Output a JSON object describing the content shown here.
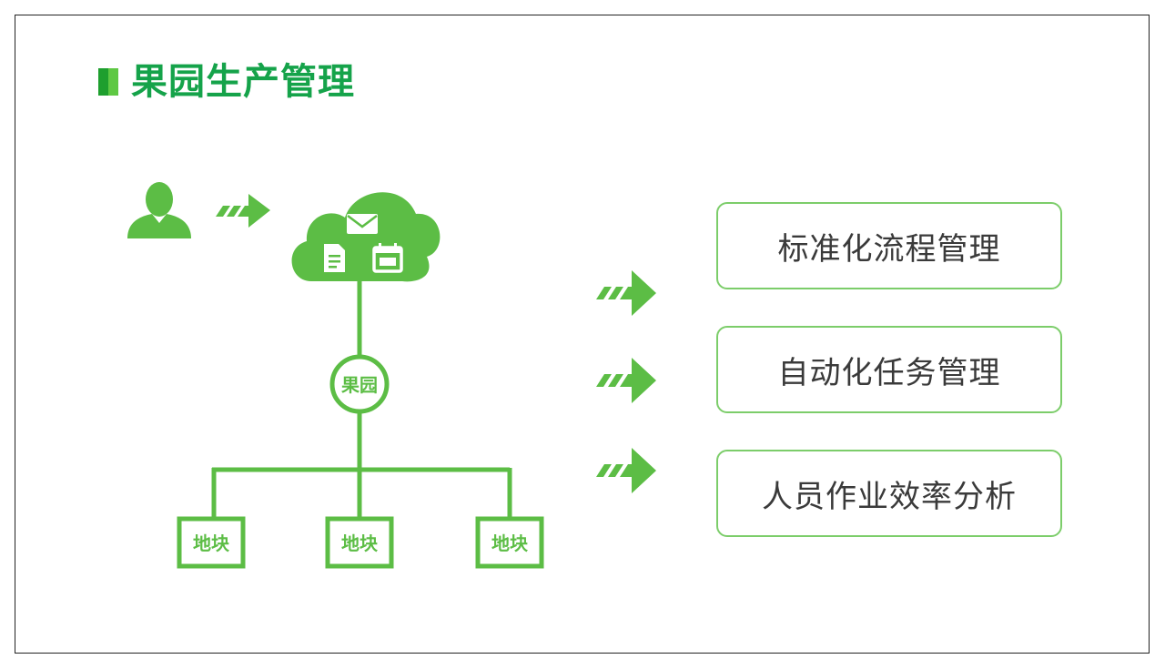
{
  "title": "果园生产管理",
  "diagram": {
    "hub_label": "果园",
    "plots": [
      {
        "label": "地块"
      },
      {
        "label": "地块"
      },
      {
        "label": "地块"
      }
    ]
  },
  "features": [
    {
      "label": "标准化流程管理"
    },
    {
      "label": "自动化任务管理"
    },
    {
      "label": "人员作业效率分析"
    }
  ],
  "colors": {
    "primary_green": "#5cbd45",
    "title_green": "#15a34a",
    "box_border": "#7ccd6a",
    "text_gray": "#3a3a3a"
  },
  "icons": [
    "user-icon",
    "arrow-right-icon",
    "cloud-icon",
    "envelope-icon",
    "document-icon",
    "calendar-icon"
  ]
}
